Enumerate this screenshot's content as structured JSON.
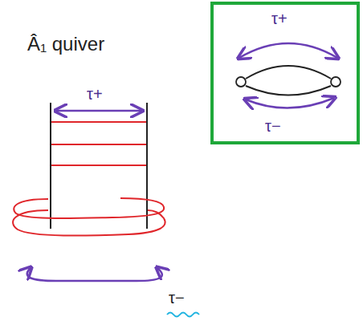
{
  "diagram": {
    "nodes": [
      {
        "text": [
          "τ+",
          "τ−"
        ]
      }
    ],
    "labels": [
      "Â₁ quiver",
      "τ+",
      "τ−"
    ]
  }
}
